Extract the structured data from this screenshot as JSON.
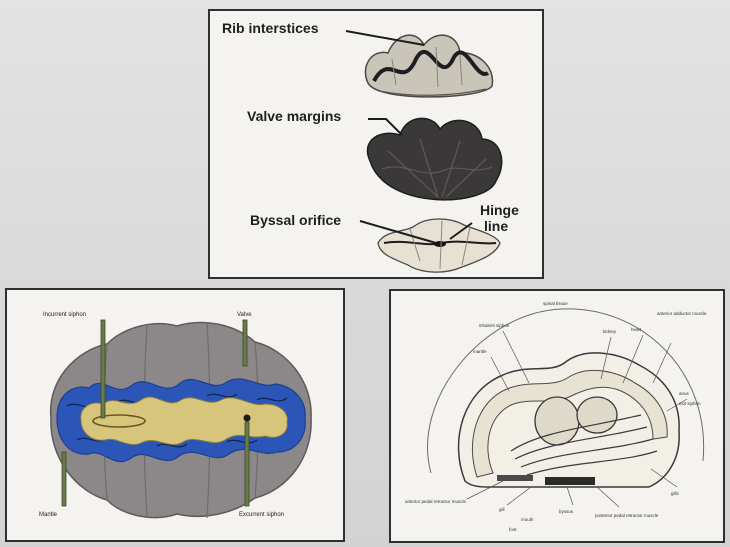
{
  "top_panel": {
    "labels": {
      "rib_interstices": "Rib interstices",
      "valve_margins": "Valve margins",
      "byssal_orifice": "Byssal orifice",
      "hinge_line_1": "Hinge",
      "hinge_line_2": "line"
    }
  },
  "left_panel": {
    "labels": {
      "incurrent_siphon": "Incurrent siphon",
      "valve": "Valve",
      "mantle": "Mantle",
      "excurrent_siphon": "Excurrent siphon"
    },
    "colors": {
      "shell": "#8c8788",
      "mantle": "#2b56b8",
      "body": "#d6c57a"
    }
  },
  "right_panel": {
    "labels": {
      "spinal_tissue": "spinal tissue",
      "inhalent_siphon": "inhalent siphon",
      "mantle": "mantle",
      "kidney": "kidney",
      "heart": "heart",
      "anterior_adductor": "anterior adductor muscle",
      "anus": "anus",
      "excurrent_siphon": "exit siphon",
      "anterior_pedal_retractor": "anterior pedal retractor muscle",
      "gill": "gill",
      "mouth": "mouth",
      "foot": "foot",
      "byssus": "byssus",
      "posterior_pedal_retractor": "posterior pedal retractor muscle",
      "gills": "gills"
    }
  }
}
